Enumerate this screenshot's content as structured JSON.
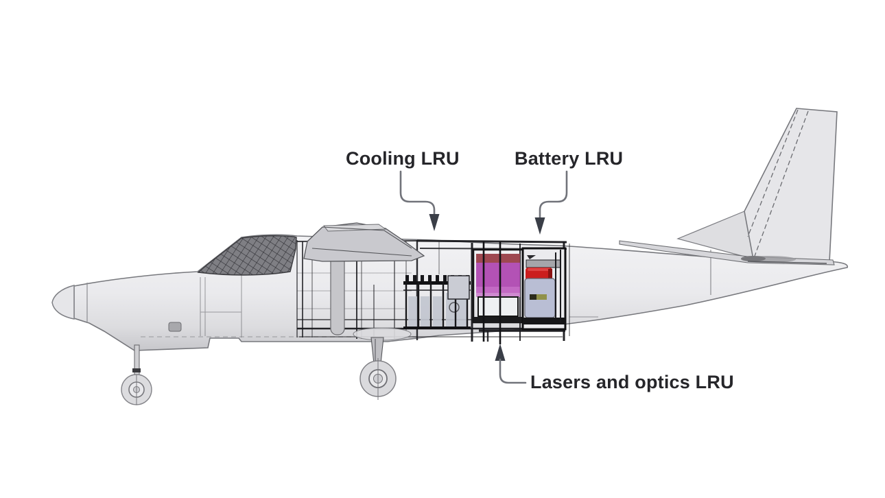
{
  "diagram": {
    "title": "Aircraft LRU placement cutaway",
    "subject": "Side cutaway view of a single-engine turboprop aircraft showing line-replaceable-unit (LRU) bay locations",
    "labels": {
      "cooling": "Cooling LRU",
      "battery": "Battery LRU",
      "lasers": "Lasers and optics LRU"
    },
    "annotations": [
      {
        "label": "Cooling LRU",
        "arrow": "curved leader, arrowhead pointing down into mid-fuselage bay"
      },
      {
        "label": "Battery LRU",
        "arrow": "curved leader, arrowhead pointing down into aft equipment bay"
      },
      {
        "label": "Lasers and optics LRU",
        "arrow": "curved leader, arrowhead pointing up at lower equipment rack"
      }
    ],
    "colors": {
      "cooling_unit": "#b352b5",
      "cooling_unit_mid": "#c36ac4",
      "cooling_unit_light": "#cf8ad0",
      "cooling_unit_top_band": "#9e4850",
      "battery_unit_red": "#cb1e1e",
      "electronics_box": "#b9bed4",
      "electronics_strip_dark": "#2c2c1c",
      "electronics_strip_olive": "#90914a",
      "airframe_light": "#eaeaed",
      "wing_gray": "#c9c9ce",
      "wireframe_dark": "#1a1a1e",
      "annotation_text": "#26262a",
      "leader_line": "#71737a",
      "arrowhead": "#3a3e47",
      "background": "#ffffff"
    }
  }
}
